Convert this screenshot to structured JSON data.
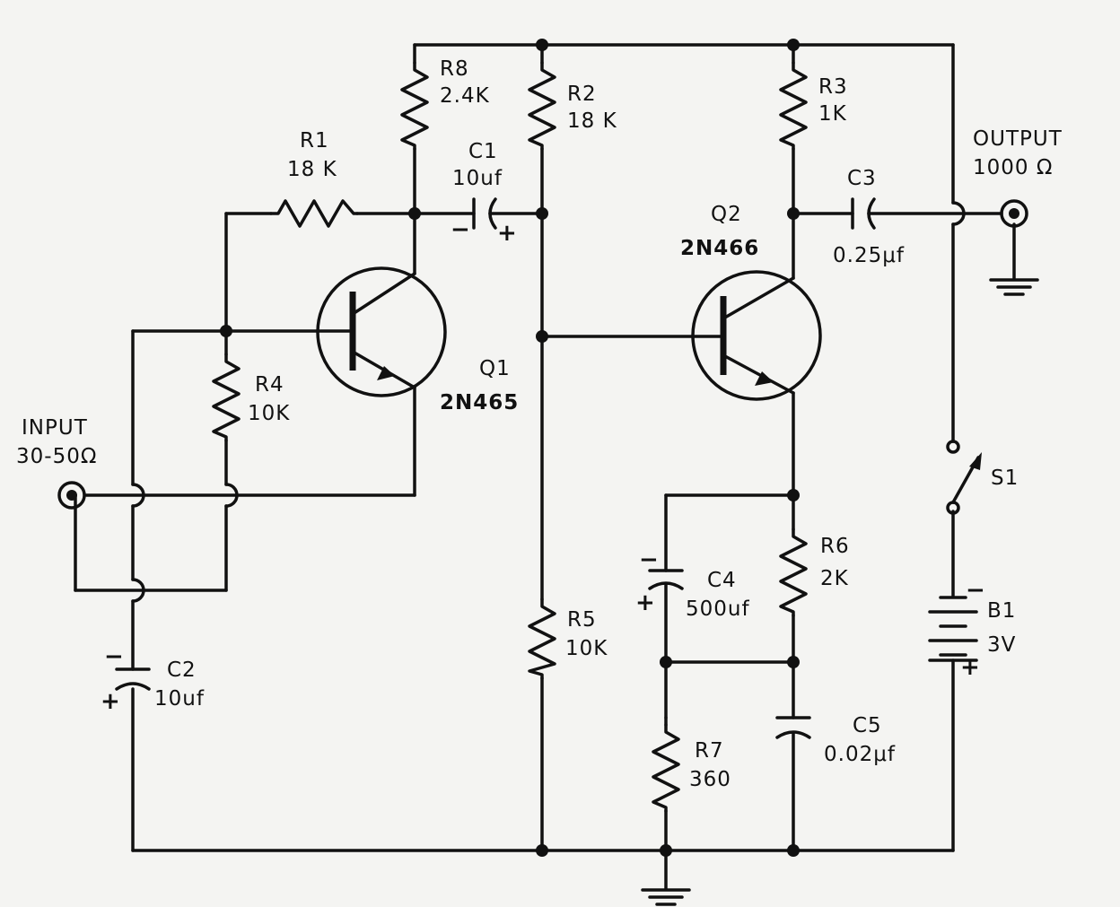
{
  "components": {
    "r1": {
      "name": "R1",
      "value": "18 K"
    },
    "r2": {
      "name": "R2",
      "value": "18 K"
    },
    "r3": {
      "name": "R3",
      "value": "1K"
    },
    "r4": {
      "name": "R4",
      "value": "10K"
    },
    "r5": {
      "name": "R5",
      "value": "10K"
    },
    "r6": {
      "name": "R6",
      "value": "2K"
    },
    "r7": {
      "name": "R7",
      "value": "360"
    },
    "r8": {
      "name": "R8",
      "value": "2.4K"
    },
    "c1": {
      "name": "C1",
      "value": "10uf"
    },
    "c2": {
      "name": "C2",
      "value": "10uf"
    },
    "c3": {
      "name": "C3",
      "value": "0.25μf"
    },
    "c4": {
      "name": "C4",
      "value": "500uf"
    },
    "c5": {
      "name": "C5",
      "value": "0.02μf"
    },
    "q1": {
      "name": "Q1",
      "value": "2N465"
    },
    "q2": {
      "name": "Q2",
      "value": "2N466"
    },
    "s1": {
      "name": "S1"
    },
    "b1": {
      "name": "B1",
      "value": "3V"
    }
  },
  "input": {
    "label": "INPUT",
    "impedance": "30-50Ω"
  },
  "output": {
    "label": "OUTPUT",
    "impedance": "1000 Ω"
  },
  "polarity": {
    "plus": "+",
    "minus": "−"
  }
}
